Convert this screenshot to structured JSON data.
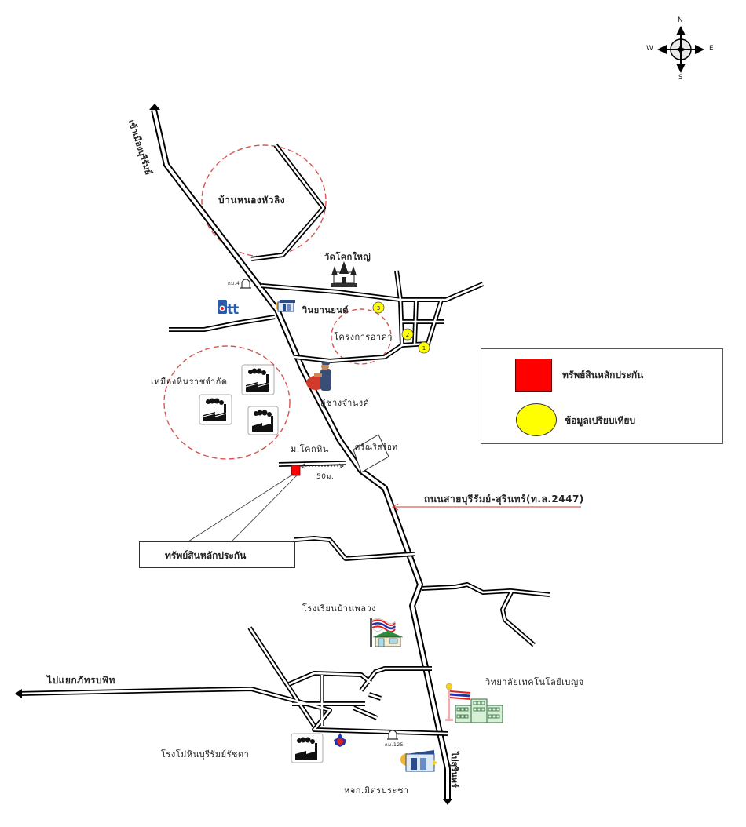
{
  "compass": {
    "n": "N",
    "s": "S",
    "e": "E",
    "w": "W"
  },
  "legend": {
    "items": [
      {
        "label": "ทรัพย์สินหลักประกัน",
        "symbol": "red-square",
        "color": "#ff0000"
      },
      {
        "label": "ข้อมูลเปรียบเทียบ",
        "symbol": "yellow-circle",
        "color": "#ffff00"
      }
    ]
  },
  "labels": {
    "to_buriram": "เข้าเมืองบุรีรัมย์",
    "ban_nong_hua_ling": "บ้านหนองหัวลิง",
    "wat_khok_yai": "วัดโคกใหญ่",
    "km4": "กม.4",
    "ptt": "ptt",
    "winyanyon": "วินยานยนต์",
    "housing_project": "โครงการอาคา",
    "quarry": "เหมืองหินราชจำกัด",
    "garage": "อู่ช่างจำนงค์",
    "moo_khok_hin": "ม.โคกหิน",
    "sirisothorn": "ศรัณริสร์อท",
    "distance": "50ม.",
    "road_name": "ถนนสายบุรีรัมย์-สุรินทร์(ท.ล.2447)",
    "collateral_callout": "ทรัพย์สินหลักประกัน",
    "school": "โรงเรียนบ้านพลวง",
    "to_junction": "ไปแยกภัทรบพิท",
    "college": "วิทยาลัยเทคโนโลยีเบญจ",
    "rock_mill": "โรงโม่หินบุรีรัมย์รัชดา",
    "km125": "กม.125",
    "to_surin": "ไปสุรินทร์",
    "partnership": "หจก.มิตรประชา"
  },
  "comparables": [
    "1",
    "2",
    "3"
  ],
  "colors": {
    "road": "#000000",
    "collateral": "#ff0000",
    "comparable": "#ffff00",
    "zone_dash": "#d9534f",
    "pointer": "#e03030"
  }
}
